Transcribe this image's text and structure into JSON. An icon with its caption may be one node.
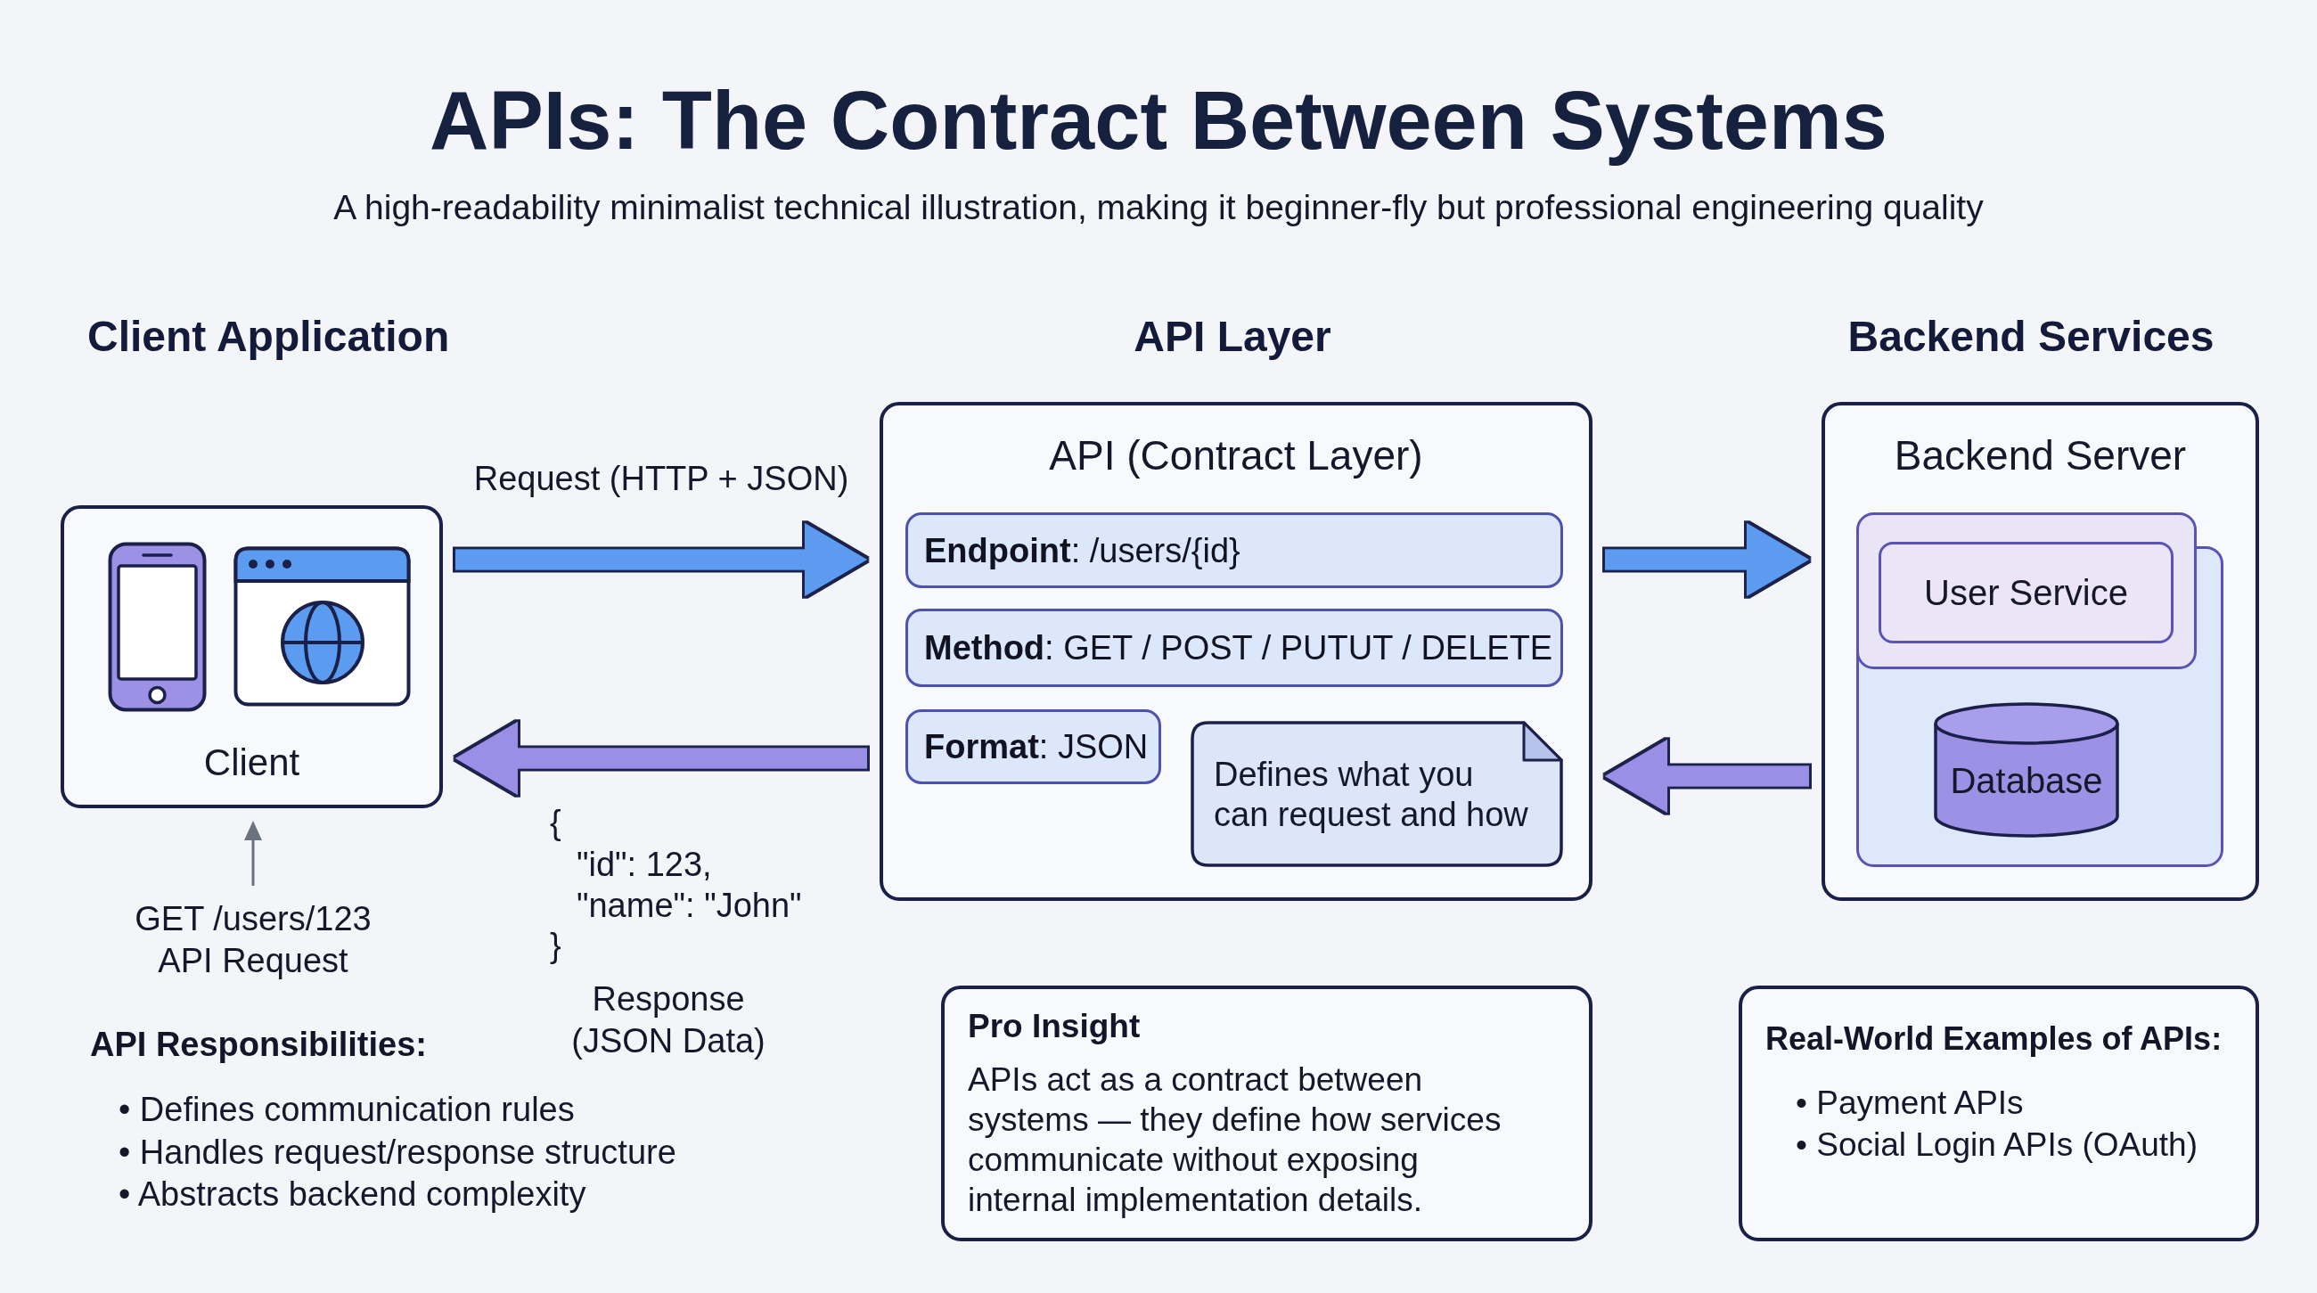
{
  "diagram": {
    "title": "APIs: The Contract Between Systems",
    "nodes": [
      {
        "text": [
          "Client"
        ]
      },
      {
        "text": [
          "API (Contract Layer)"
        ]
      },
      {
        "text": [
          "**Endpoint**: /users/{id}"
        ],
        "in": 1
      },
      {
        "text": [
          "**Method**: GET / POST / PUTUT / DELETE"
        ],
        "in": 1
      },
      {
        "text": [
          "**Format**: JSON"
        ],
        "in": 1
      },
      {
        "text": [
          "Defines what you can request and how"
        ],
        "in": 1
      },
      {
        "text": [
          "Backend Server"
        ]
      },
      {
        "text": [],
        "shape": "box",
        "in": 6
      },
      {
        "text": [
          "User Service"
        ],
        "in": 7
      },
      {
        "text": [
          "Database"
        ],
        "in": 7
      },
      {
        "text": [
          "GET /users/123 API Request"
        ]
      },
      {
        "text": [
          "Pro Insight",
          "APIs act as a contract between systems — they define how services communicate without exposing internal implementation details."
        ]
      },
      {
        "text": [
          "Real-World Examples of APIs:",
          "• Payment APIs",
          "• Social Login APIs (OAuth)"
        ]
      }
    ],
    "edges": [
      {
        "from": 0,
        "to": 1,
        "arrow": "to",
        "label": "Request (HTTP + JSON)"
      },
      {
        "from": 1,
        "to": 0,
        "arrow": "to",
        "color": "#9b8ee6"
      },
      {
        "from": 1,
        "to": 6,
        "arrow": "to"
      },
      {
        "from": 6,
        "to": 1,
        "arrow": "to",
        "color": "#9b8ee6"
      },
      {
        "from": 10,
        "to": 0,
        "arrow": "to",
        "color": "#6b7280"
      }
    ],
    "labels": [
      "A high-readability minimalist technical illustration, making it beginner-fly but professional engineering quality",
      "Client Application",
      "API Layer",
      "Backend Services",
      "{",
      "\"id\": 123,",
      "\"name\": \"John\"",
      "}",
      "Response (JSON Data)",
      "API Responsibilities:",
      "• Defines communication rules",
      "• Handles request/response structure",
      "• Abstracts backend complexity"
    ]
  }
}
